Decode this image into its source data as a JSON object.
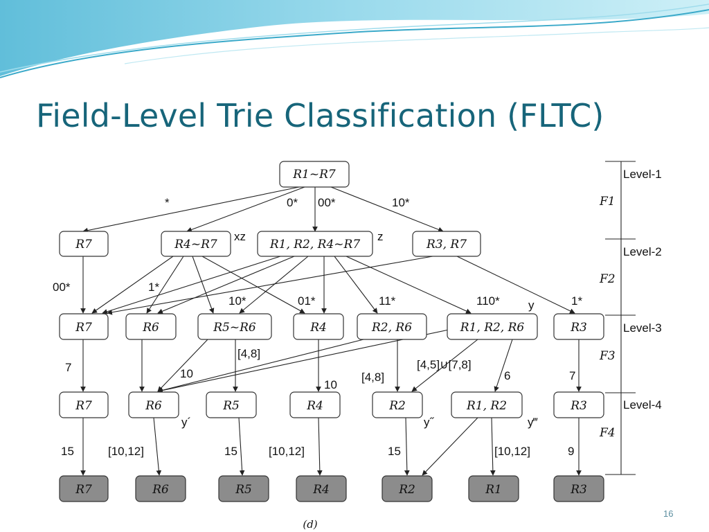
{
  "slide": {
    "title": "Field-Level Trie Classification (FLTC)",
    "page_number": "16",
    "caption": "(d)",
    "colors": {
      "title": "#17657a",
      "leaf_fill": "#8c8c8c"
    }
  },
  "nodes": {
    "root": "R1~R7",
    "l2": [
      "R7",
      "R4~R7",
      "R1, R2, R4~R7",
      "R3, R7"
    ],
    "l3": [
      "R7",
      "R6",
      "R5~R6",
      "R4",
      "R2, R6",
      "R1, R2, R6",
      "R3"
    ],
    "l4": [
      "R7",
      "R6",
      "R5",
      "R4",
      "R2",
      "R1, R2",
      "R3"
    ],
    "leaves": [
      "R7",
      "R6",
      "R5",
      "R4",
      "R2",
      "R1",
      "R3"
    ]
  },
  "edge_labels": {
    "star": "*",
    "e0": "0*",
    "e00": "00*",
    "e10": "10*",
    "xz": "xz",
    "z": "z",
    "e00b": "00*",
    "e1": "1*",
    "e10b": "10*",
    "e01": "01*",
    "e11": "11*",
    "e110": "110*",
    "e1b": "1*",
    "y": "y",
    "seven_a": "7",
    "ten_a": "10",
    "range48a": "[4,8]",
    "ten_b": "10",
    "range48b": "[4,8]",
    "range4578": "[4,5]∪[7,8]",
    "six": "6",
    "seven_b": "7",
    "yprime": "y´",
    "ydprime": "y˝",
    "ytprime": "y‴",
    "f15a": "15",
    "r1012a": "[10,12]",
    "f15b": "15",
    "r1012b": "[10,12]",
    "f15c": "15",
    "r1012c": "[10,12]",
    "nine": "9"
  },
  "levels": {
    "level1": "Level-1",
    "level2": "Level-2",
    "level3": "Level-3",
    "level4": "Level-4",
    "f1": "F1",
    "f2": "F2",
    "f3": "F3",
    "f4": "F4"
  }
}
